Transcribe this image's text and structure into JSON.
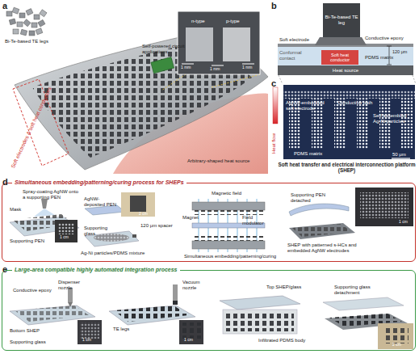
{
  "diagram": {
    "nodes": [
      {
        "text": [
          "Simultaneous embedding/patterning/curing process for SHEPs"
        ]
      },
      {
        "text": [
          "Large-area compatible highly automated integration process"
        ]
      },
      {
        "text": [
          "Bi-Te-based TE leg"
        ]
      },
      {
        "text": [
          "Soft heat conductor"
        ]
      },
      {
        "text": [
          "Heat source"
        ]
      },
      {
        "text": [
          "Soft heat transfer and electrical interconnection platform (SHEP)"
        ]
      }
    ],
    "labels": [
      "a",
      "Bi-Te-based TE legs",
      "Self-powered circuit applications",
      "n-type",
      "p-type",
      "1 mm",
      "1 mm",
      "1 mm",
      "Soft electrodes & soft heat conductors",
      "Arbitrary-shaped heat source",
      "b",
      "Conductive epoxy",
      "Soft electrode",
      "Conformal contact",
      "PDMS matrix",
      "120 μm",
      "c",
      "Heat flow",
      "AgNW-embedded soft electrode",
      "Conductive path",
      "Self-assembled Ag-Ni particles",
      "PDMS matrix",
      "50 μm",
      "d",
      "Spray-coating AgNW onto a supporting PEN",
      "Mask",
      "Supporting PEN",
      "1 cm",
      "AgNW-deposited PEN",
      "2 cm",
      "Supporting glass",
      "Ag-Ni particles/PDMS mixture",
      "120 μm spacer",
      "Magnetic field",
      "Magnet",
      "Field modulator",
      "Simultaneous embedding/patterning/curing",
      "Supporting PEN detached",
      "1 cm",
      "SHEP with patterned s-HCs and embedded AgNW electrodes",
      "e",
      "Conductive epoxy",
      "Dispenser nozzle",
      "Bottom SHEP",
      "Supporting glass",
      "1 cm",
      "TE legs",
      "Vacuum nozzle",
      "1 cm",
      "Top SHEP/glass",
      "Infiltrated PDMS body",
      "Supporting glass detachment",
      "2 cm"
    ]
  }
}
